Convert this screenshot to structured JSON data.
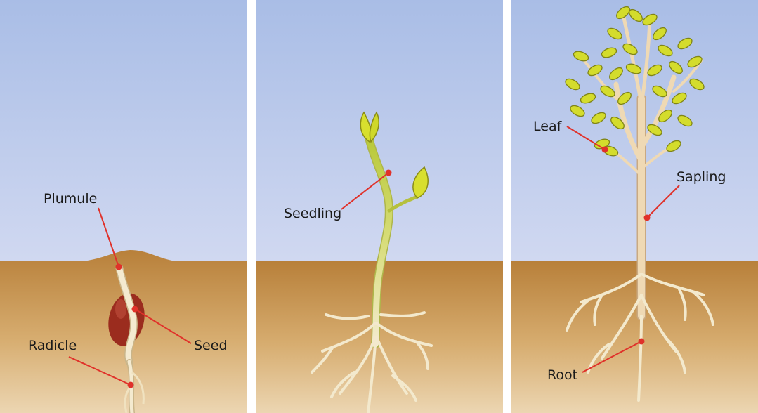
{
  "labels": {
    "plumule": "Plumule",
    "radicle": "Radicle",
    "seed": "Seed",
    "seedling": "Seedling",
    "leaf": "Leaf",
    "sapling": "Sapling",
    "root": "Root"
  },
  "colors": {
    "sky_top": "#a9bde6",
    "sky_bottom": "#e6e7f7",
    "soil_top": "#b9823c",
    "soil_bottom": "#ead2ac",
    "stem": "#f3e9cd",
    "stem_outline": "#c9b58a",
    "seed": "#9d2d1f",
    "leaf": "#d8df2e",
    "leaf_outline": "#8a8d18",
    "pointer": "#e0312a"
  }
}
